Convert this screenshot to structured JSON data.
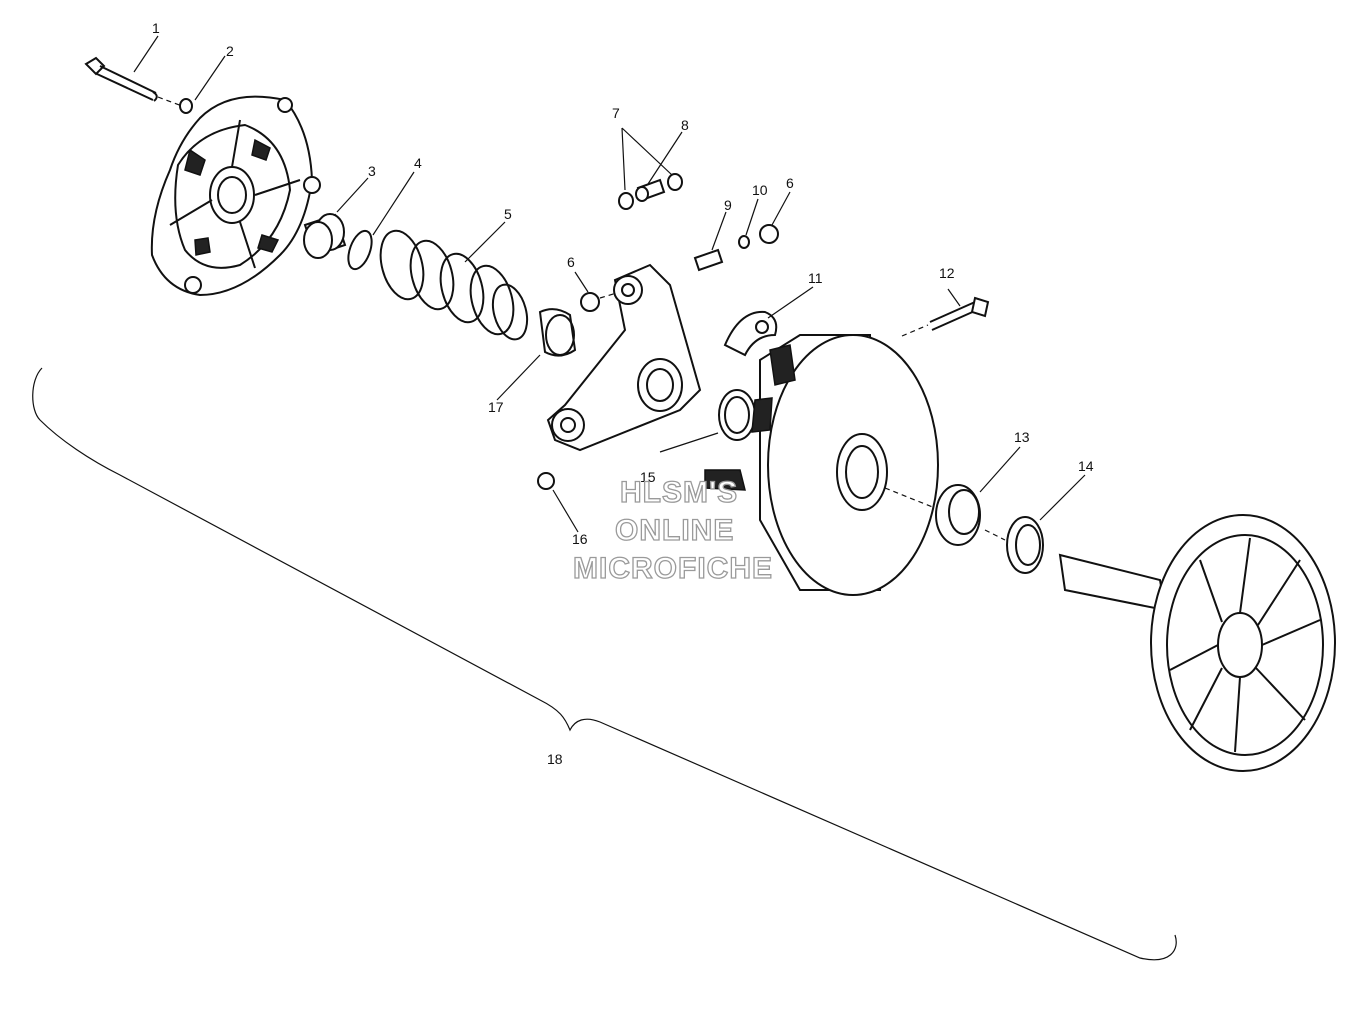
{
  "diagram": {
    "callouts": [
      "1",
      "2",
      "3",
      "4",
      "5",
      "6",
      "6",
      "7",
      "8",
      "9",
      "10",
      "11",
      "12",
      "13",
      "14",
      "15",
      "16",
      "17",
      "18"
    ],
    "watermark": [
      "HLSM'S",
      "ONLINE",
      "MICROFICHE"
    ]
  }
}
